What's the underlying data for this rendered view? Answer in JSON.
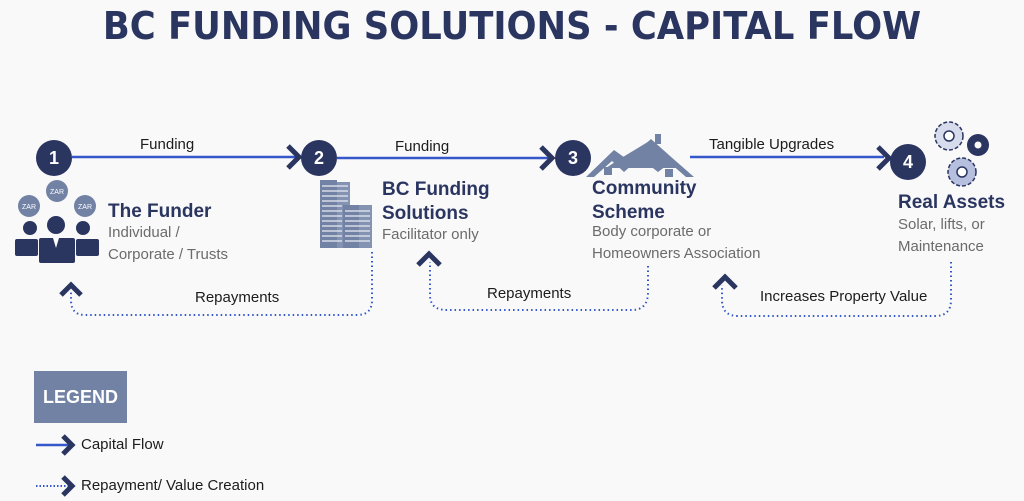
{
  "title": "BC FUNDING SOLUTIONS - CAPITAL FLOW",
  "colors": {
    "navy": "#2a3560",
    "flow_blue": "#3457c9",
    "slate": "#7282a4",
    "sub_text": "#6b6b6b"
  },
  "nodes": [
    {
      "number": "1",
      "title": "The Funder",
      "subtitle_lines": [
        "Individual /",
        "Corporate / Trusts"
      ],
      "icon": "people-icon",
      "badges": [
        "ZAR",
        "ZAR",
        "ZAR"
      ]
    },
    {
      "number": "2",
      "title_lines": [
        "BC Funding",
        "Solutions"
      ],
      "subtitle_lines": [
        "Facilitator only"
      ],
      "icon": "buildings-icon"
    },
    {
      "number": "3",
      "title_lines": [
        "Community",
        "Scheme"
      ],
      "subtitle_lines": [
        "Body corporate or",
        "Homeowners Association"
      ],
      "icon": "houses-icon"
    },
    {
      "number": "4",
      "title": "Real Assets",
      "subtitle_lines": [
        "Solar, lifts, or",
        "Maintenance"
      ],
      "icon": "gears-icon"
    }
  ],
  "flows": {
    "capital": [
      "Funding",
      "Funding",
      "Tangible Upgrades"
    ],
    "return": [
      "Repayments",
      "Repayments",
      "Increases Property Value"
    ]
  },
  "legend": {
    "title": "LEGEND",
    "items": [
      {
        "label": "Capital Flow",
        "style": "solid"
      },
      {
        "label": "Repayment/ Value Creation",
        "style": "dotted"
      }
    ]
  }
}
